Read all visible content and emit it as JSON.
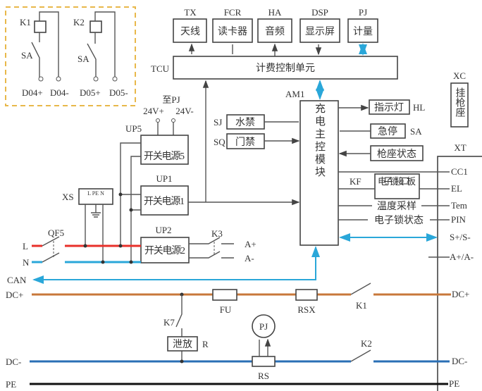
{
  "colors": {
    "live": "#e8302a",
    "neutral": "#2aa7d9",
    "can": "#2aa7d9",
    "dc_plus": "#c8783a",
    "dc_minus": "#2a6fb5",
    "pe": "#111111",
    "dashed_frame": "#e8b84a"
  },
  "relay_panel": {
    "k1": "K1",
    "k2": "K2",
    "sa1": "SA",
    "sa2": "SA",
    "t1": "D04+",
    "t2": "D04-",
    "t3": "D05+",
    "t4": "D05-"
  },
  "peripherals": [
    {
      "code": "TX",
      "label": "天线"
    },
    {
      "code": "FCR",
      "label": "读卡器"
    },
    {
      "code": "HA",
      "label": "音频"
    },
    {
      "code": "DSP",
      "label": "显示屏"
    },
    {
      "code": "PJ",
      "label": "计量"
    }
  ],
  "tcu": {
    "code": "TCU",
    "label": "计费控制单元"
  },
  "main": {
    "code": "AM1",
    "label": "充电主控模块"
  },
  "inputs": [
    {
      "code": "SJ",
      "label": "水禁"
    },
    {
      "code": "SQ",
      "label": "门禁"
    }
  ],
  "right_blocks": [
    {
      "code": "HL",
      "label": "指示灯"
    },
    {
      "code": "SA",
      "label": "急停"
    },
    {
      "code": "",
      "label": "枪座状态"
    }
  ],
  "holster": {
    "code": "XC",
    "label": "挂枪座"
  },
  "xt": {
    "code": "XT",
    "pins": [
      "CC1",
      "EL",
      "Tem",
      "PIN",
      "S+/S-",
      "A+/A-",
      "DC+",
      "DC-",
      "PE"
    ]
  },
  "lock_board": {
    "code": "KF",
    "label": "电子锁接口板"
  },
  "signals": {
    "temp": "温度采样",
    "lock_state": "电子锁状态"
  },
  "psu": [
    {
      "code": "UP5",
      "label": "开关电源5"
    },
    {
      "code": "UP1",
      "label": "开关电源1"
    },
    {
      "code": "UP2",
      "label": "开关电源2"
    }
  ],
  "pj_supply": {
    "title": "至PJ",
    "plus": "24V+",
    "minus": "24V-"
  },
  "xs": {
    "code": "XS",
    "pins": "L PE N"
  },
  "mains": {
    "breaker": "QF5",
    "l": "L",
    "n": "N"
  },
  "aux": {
    "relay": "K3",
    "plus": "A+",
    "minus": "A-"
  },
  "bus": {
    "can": "CAN",
    "dcp": "DC+",
    "dcm": "DC-",
    "pe": "PE"
  },
  "power_parts": {
    "fuse": "FU",
    "shunt_x": "RSX",
    "k1": "K1",
    "k2": "K2",
    "k7": "K7",
    "bleed": "泄放",
    "bleed_code": "R",
    "meter": "PJ",
    "shunt": "RS"
  }
}
